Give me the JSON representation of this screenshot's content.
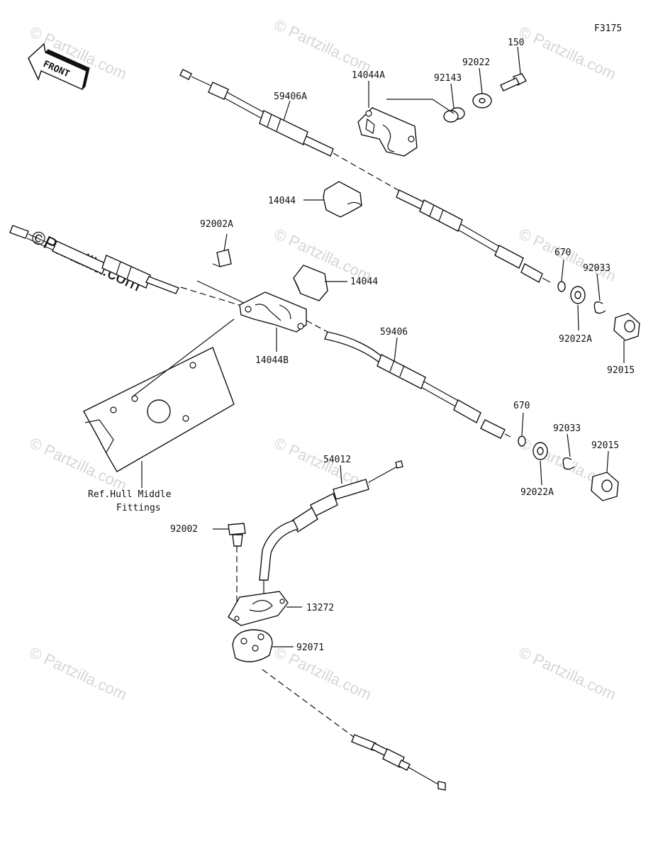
{
  "diagram": {
    "figure_code": "F3175",
    "front_label": "FRONT",
    "watermark_main": "©Partzilla.com",
    "watermark_tile": "© Partzilla.com",
    "ref_note_line1": "Ref.Hull Middle",
    "ref_note_line2": "Fittings",
    "parts": {
      "p150": "150",
      "p92022": "92022",
      "p92143": "92143",
      "p14044A": "14044A",
      "p59406A": "59406A",
      "p14044_top": "14044",
      "p92002A": "92002A",
      "p14044_mid": "14044",
      "p14044B": "14044B",
      "p670_1": "670",
      "p92033_1": "92033",
      "p92022A_1": "92022A",
      "p92015_1": "92015",
      "p59406": "59406",
      "p670_2": "670",
      "p92033_2": "92033",
      "p92015_2": "92015",
      "p92022A_2": "92022A",
      "p54012": "54012",
      "p92002": "92002",
      "p13272": "13272",
      "p92071": "92071"
    }
  }
}
